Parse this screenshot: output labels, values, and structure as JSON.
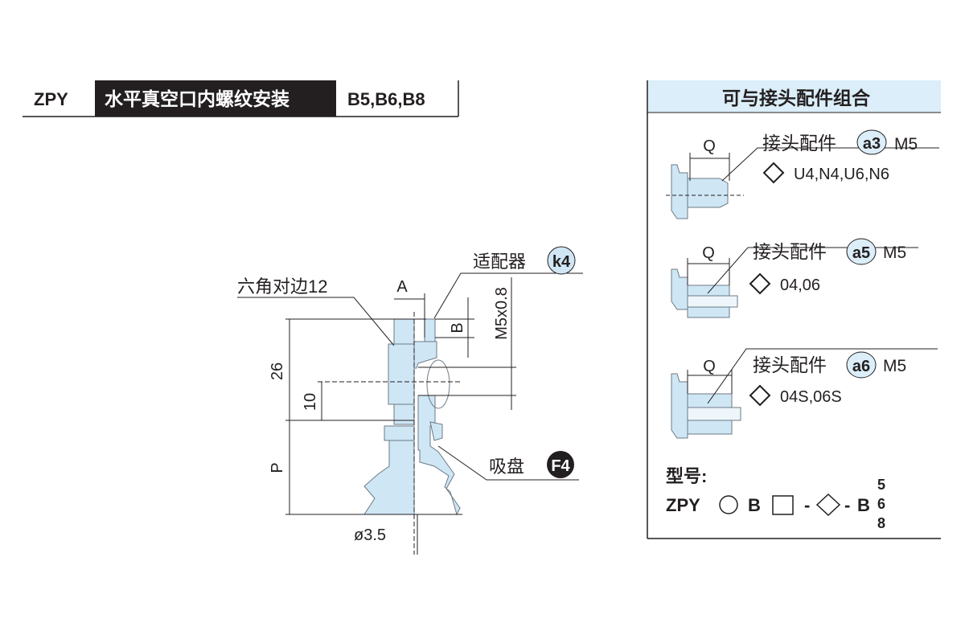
{
  "header": {
    "model": "ZPY",
    "title": "水平真空口内螺纹安装",
    "sizes": "B5,B6,B8"
  },
  "drawing": {
    "hex_label": "六角对边12",
    "adapter_label": "适配器",
    "adapter_badge": "k4",
    "pad_label": "吸盘",
    "pad_badge": "F4",
    "dim_a": "A",
    "dim_b": "B",
    "dim_thread": "M5x0.8",
    "dim_26": "26",
    "dim_10": "10",
    "dim_p": "P",
    "dim_dia": "ø3.5"
  },
  "panel": {
    "title": "可与接头配件组合",
    "fittings": [
      {
        "dim": "Q",
        "label": "接头配件",
        "badge": "a3",
        "thread": "M5",
        "options": "U4,N4,U6,N6"
      },
      {
        "dim": "Q",
        "label": "接头配件",
        "badge": "a5",
        "thread": "M5",
        "options": "04,06"
      },
      {
        "dim": "Q",
        "label": "接头配件",
        "badge": "a6",
        "thread": "M5",
        "options": "04S,06S"
      }
    ],
    "model_label": "型号:",
    "model_prefix": "ZPY",
    "model_b": "B",
    "model_dash1": "-",
    "model_dash2": "-",
    "model_b2": "B",
    "model_suffixes": [
      "5",
      "6",
      "8"
    ]
  },
  "colors": {
    "part_fill": "#cfe6f5",
    "header_fill": "#dbeef9",
    "badge_dark": "#231f20"
  }
}
